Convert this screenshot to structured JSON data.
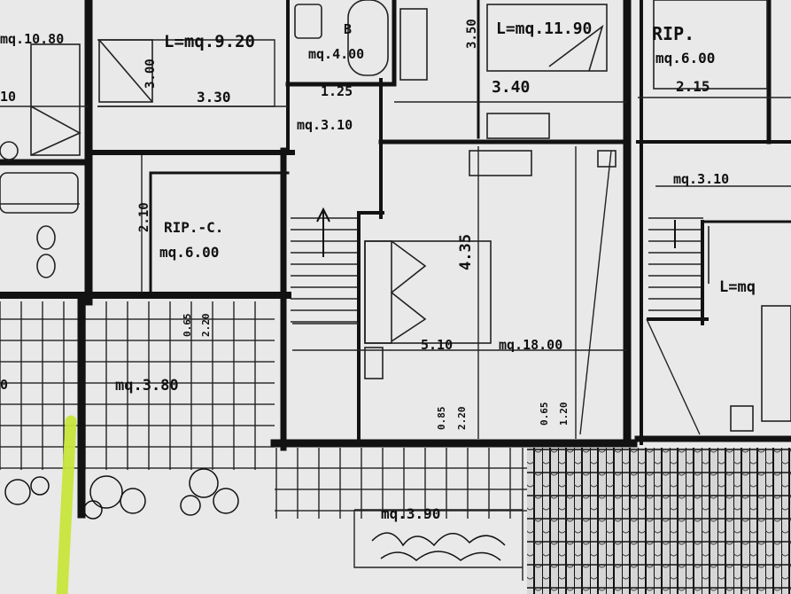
{
  "labels": {
    "l1": "mq.10.80",
    "l2": "10",
    "l3": "L=mq.9.20",
    "l4": "3.00",
    "l5": "3.30",
    "l6": "B",
    "l7": "mq.4.00",
    "l8": "1.25",
    "l9": "3.50",
    "l10": "L=mq.11.90",
    "l11": "3.40",
    "l12": "RIP.",
    "l13": "mq.6.00",
    "l14": "2.15",
    "l15": "mq.3.10",
    "l16": "mq.3.10",
    "l17": "2.10",
    "l18": "RIP.-C.",
    "l19": "mq.6.00",
    "l20": "4.35",
    "l21": "5.10",
    "l22": "mq.18.00",
    "l23": "L=mq",
    "l24": "0.65",
    "l25": "2.20",
    "l26": "mq.3.80",
    "l27": "0",
    "l28": "0.85",
    "l29": "2.20",
    "l30": "0.65",
    "l31": "1.20",
    "l32": "mq.3.90"
  },
  "colors": {
    "paper": "#e9e9e9",
    "ink": "#121212",
    "marker": "#c8e63c"
  }
}
